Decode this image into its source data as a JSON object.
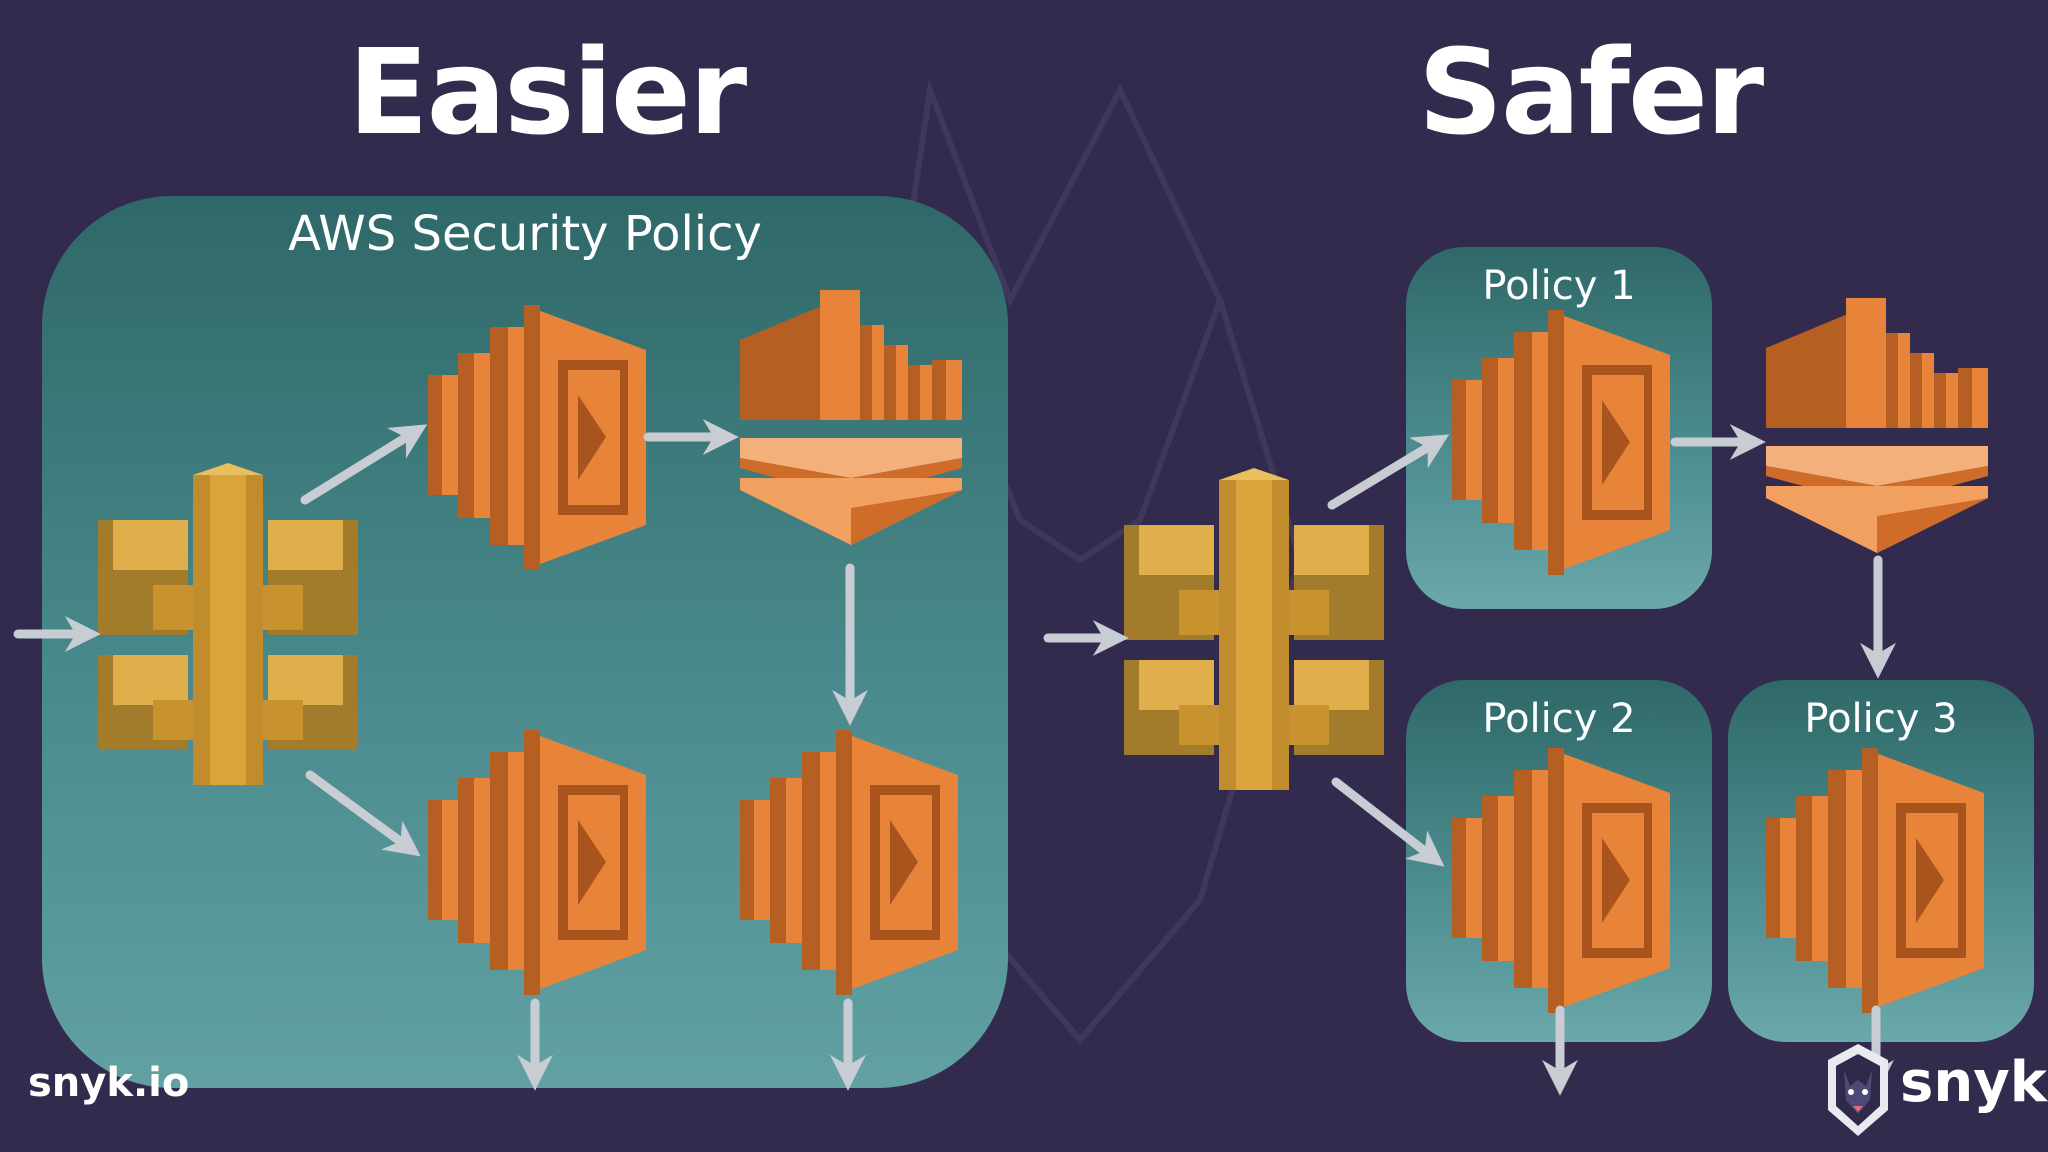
{
  "titles": {
    "left": "Easier",
    "right": "Safer"
  },
  "left_panel": {
    "label": "AWS Security Policy"
  },
  "policies": [
    {
      "label": "Policy 1"
    },
    {
      "label": "Policy 2"
    },
    {
      "label": "Policy 3"
    }
  ],
  "footer": {
    "url": "snyk.io",
    "brand": "snyk"
  },
  "icons": {
    "gateway": "api-gateway-icon",
    "function": "lambda-icon",
    "stream": "kinesis-icon",
    "mascot": "snyk-dog-icon"
  },
  "colors": {
    "background": "#332b4e",
    "panel": "#4a8a8c",
    "gateway": "#d9a43c",
    "function": "#e8843a",
    "arrow": "#c8cdd4"
  }
}
